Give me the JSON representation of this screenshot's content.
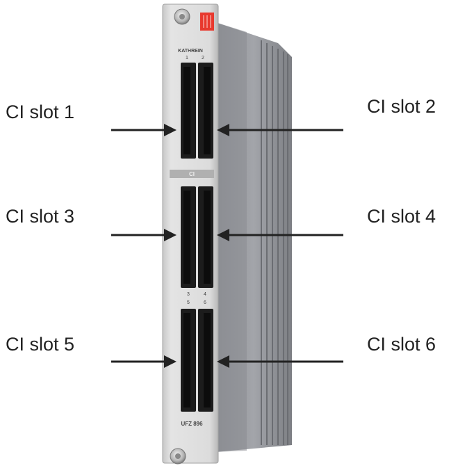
{
  "module": {
    "brand": "KATHREIN",
    "model": "UFZ 896",
    "middle_label": "CI",
    "slot_numbers": [
      "1",
      "2",
      "3",
      "4",
      "5",
      "6"
    ]
  },
  "labels": {
    "slot1": "CI slot 1",
    "slot2": "CI slot 2",
    "slot3": "CI slot 3",
    "slot4": "CI slot 4",
    "slot5": "CI slot 5",
    "slot6": "CI slot 6"
  },
  "colors": {
    "faceplate": "#d9d9d9",
    "heatsink": "#9a9ca0",
    "slot": "#1c1c1c",
    "led": "#e8392e",
    "arrow": "#222222",
    "text": "#222222"
  }
}
